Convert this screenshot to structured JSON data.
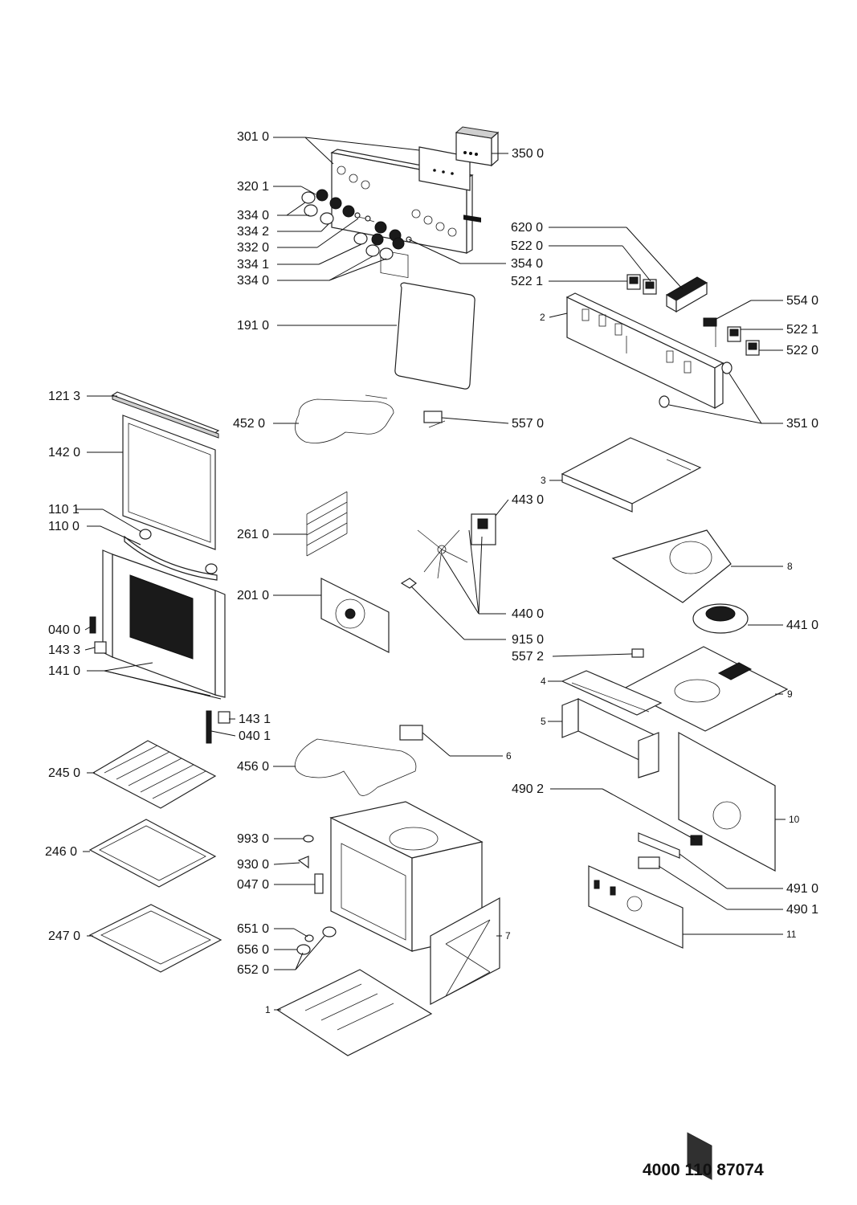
{
  "document_number": "4000 110 87074",
  "parts": {
    "p3010": "301 0",
    "p3500": "350 0",
    "p3201": "320 1",
    "p3340a": "334 0",
    "p3342": "334 2",
    "p3320": "332 0",
    "p3341": "334 1",
    "p3340b": "334 0",
    "p3540": "354 0",
    "p6200": "620 0",
    "p5220a": "522 0",
    "p5221a": "522 1",
    "p1910": "191 0",
    "p2": "2",
    "p5540": "554 0",
    "p5221b": "522 1",
    "p5220b": "522 0",
    "p1213": "121 3",
    "p4520": "452 0",
    "p5570": "557 0",
    "p3510": "351 0",
    "p1420": "142 0",
    "p3": "3",
    "p4430": "443 0",
    "p1101": "110 1",
    "p1100": "110 0",
    "p2610": "261 0",
    "p8": "8",
    "p2010": "201 0",
    "p4400": "440 0",
    "p4410": "441 0",
    "p0400": "040 0",
    "p1433": "143 3",
    "p9150": "915 0",
    "p5572": "557 2",
    "p1410": "141 0",
    "p4": "4",
    "p9": "9",
    "p1431": "143 1",
    "p5": "5",
    "p0401": "040 1",
    "p6": "6",
    "p2450": "245 0",
    "p4560": "456 0",
    "p4902": "490 2",
    "p10": "10",
    "p9930": "993 0",
    "p2460": "246 0",
    "p9300": "930 0",
    "p0470": "047 0",
    "p4910": "491 0",
    "p4901": "490 1",
    "p6510": "651 0",
    "p2470": "247 0",
    "p7": "7",
    "p11": "11",
    "p6560": "656 0",
    "p6520": "652 0",
    "p1": "1"
  }
}
